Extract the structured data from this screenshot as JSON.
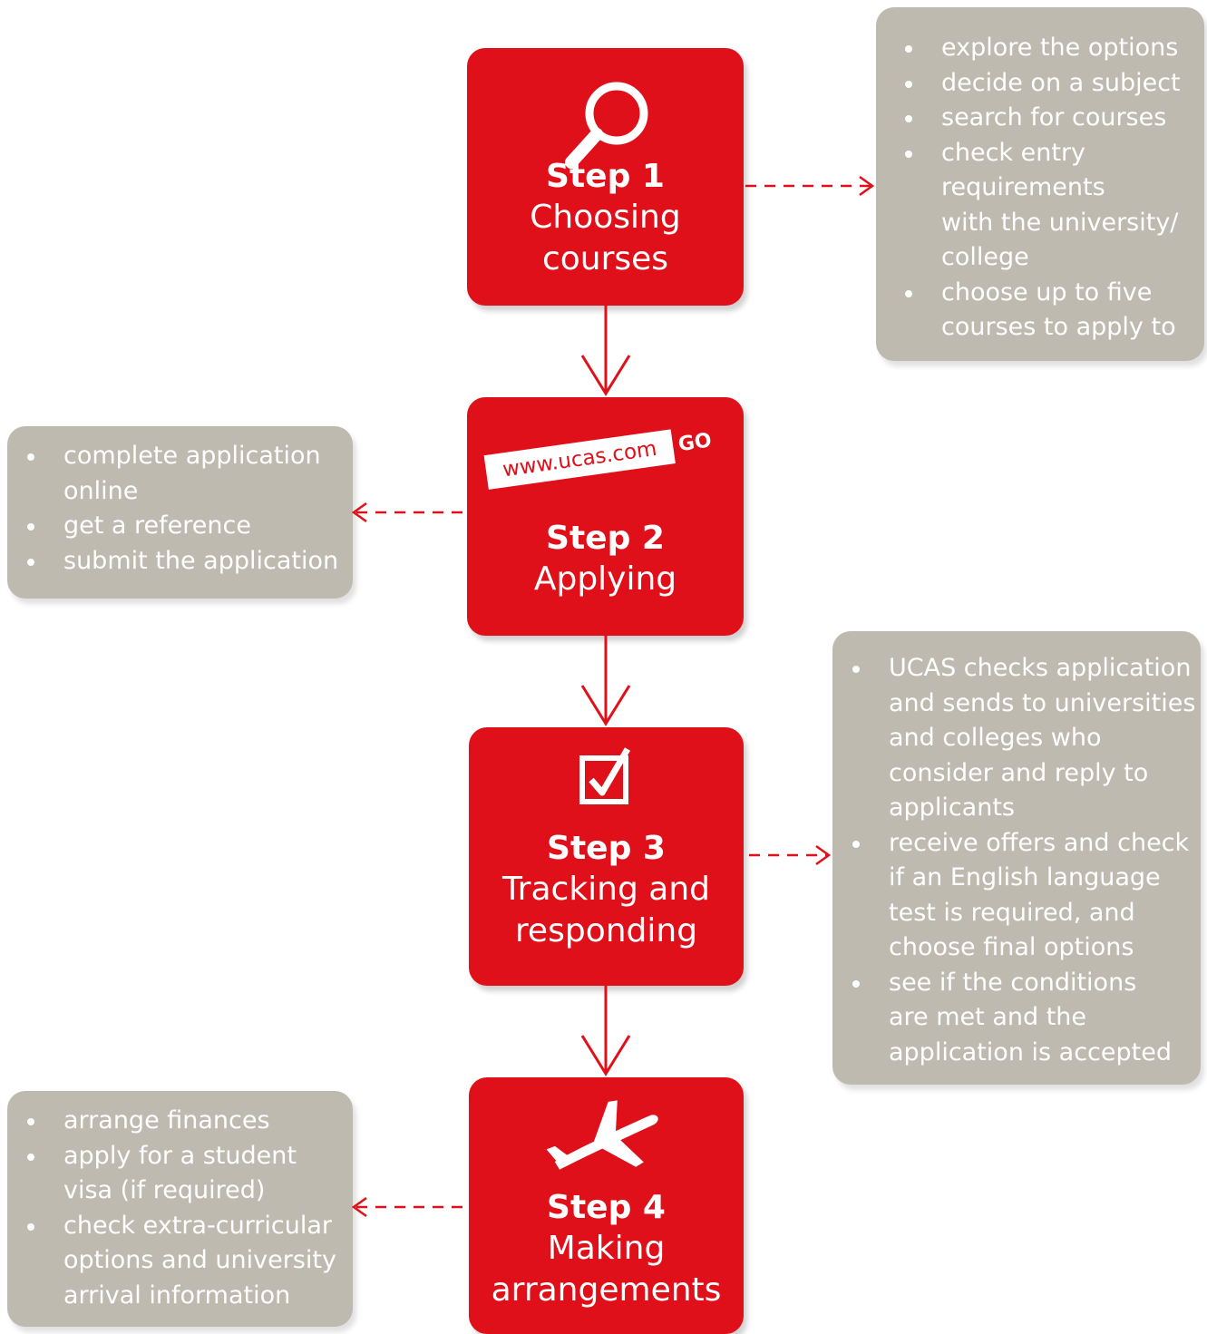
{
  "steps": [
    {
      "number": "Step 1",
      "title_lines": [
        "Choosing",
        "courses"
      ],
      "icon": "magnifier-icon"
    },
    {
      "number": "Step 2",
      "title_lines": [
        "Applying"
      ],
      "icon": "url-banner",
      "url": "www.ucas.com",
      "go": "GO"
    },
    {
      "number": "Step 3",
      "title_lines": [
        "Tracking and",
        "responding"
      ],
      "icon": "checkbox-icon"
    },
    {
      "number": "Step 4",
      "title_lines": [
        "Making",
        "arrangements"
      ],
      "icon": "airplane-icon"
    }
  ],
  "notes": {
    "step1": [
      [
        "explore the options"
      ],
      [
        "decide on a subject"
      ],
      [
        "search for courses"
      ],
      [
        "check entry",
        "requirements",
        "with the university/",
        "college"
      ],
      [
        "choose up to five",
        "courses to apply to"
      ]
    ],
    "step2": [
      [
        "complete application",
        "online"
      ],
      [
        "get a reference"
      ],
      [
        "submit the application"
      ]
    ],
    "step3": [
      [
        "UCAS checks application",
        "and sends to universities",
        "and colleges who",
        "consider and reply to",
        "applicants"
      ],
      [
        "receive offers and check",
        "if an English language",
        "test is required, and",
        "choose final options"
      ],
      [
        "see if the conditions",
        "are met and the",
        "application is accepted"
      ]
    ],
    "step4": [
      [
        "arrange finances"
      ],
      [
        "apply for a student",
        "visa (if required)"
      ],
      [
        "check extra-curricular",
        "options and university",
        "arrival information"
      ]
    ]
  },
  "colors": {
    "step_red": "#e0101a",
    "note_grey": "#bfbab0",
    "text": "#ffffff"
  }
}
